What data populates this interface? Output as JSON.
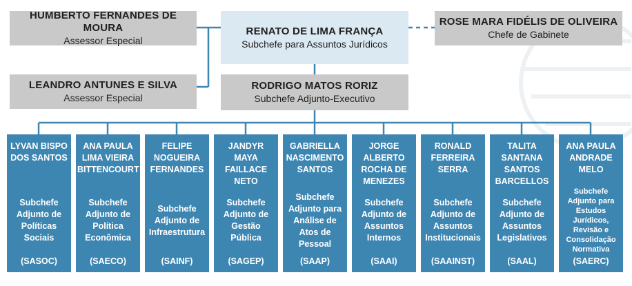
{
  "top": {
    "center": {
      "name": "RENATO DE LIMA FRANÇA",
      "role": "Subchefe para Assuntos Jurídicos"
    },
    "left": {
      "name": "HUMBERTO FERNANDES DE MOURA",
      "role": "Assessor Especial"
    },
    "right": {
      "name": "ROSE MARA FIDÉLIS DE OLIVEIRA",
      "role": "Chefe de Gabinete"
    }
  },
  "second": {
    "center": {
      "name": "RODRIGO MATOS RORIZ",
      "role": "Subchefe Adjunto-Executivo"
    },
    "left": {
      "name": "LEANDRO ANTUNES E SILVA",
      "role": "Assessor Especial"
    }
  },
  "units": [
    {
      "name": "LYVAN BISPO DOS SANTOS",
      "desc": "Subchefe Adjunto de Políticas Sociais",
      "abbr": "(SASOC)"
    },
    {
      "name": "ANA PAULA LIMA VIEIRA BITTENCOURT",
      "desc": "Subchefe Adjunto de Política Econômica",
      "abbr": "(SAECO)"
    },
    {
      "name": "FELIPE NOGUEIRA FERNANDES",
      "desc": "Subchefe Adjunto de Infraestrutura",
      "abbr": "(SAINF)"
    },
    {
      "name": "JANDYR MAYA FAILLACE NETO",
      "desc": "Subchefe Adjunto de Gestão Pública",
      "abbr": "(SAGEP)"
    },
    {
      "name": "GABRIELLA NASCIMENTO SANTOS",
      "desc": "Subchefe Adjunto para Análise de Atos de Pessoal",
      "abbr": "(SAAP)"
    },
    {
      "name": "JORGE ALBERTO ROCHA DE MENEZES",
      "desc": "Subchefe Adjunto de Assuntos Internos",
      "abbr": "(SAAI)"
    },
    {
      "name": "RONALD FERREIRA SERRA",
      "desc": "Subchefe Adjunto de Assuntos Institucionais",
      "abbr": "(SAAINST)"
    },
    {
      "name": "TALITA SANTANA SANTOS BARCELLOS",
      "desc": "Subchefe Adjunto de Assuntos Legislativos",
      "abbr": "(SAAL)"
    },
    {
      "name": "ANA PAULA ANDRADE MELO",
      "desc": "Subchefe Adjunto para Estudos Jurídicos, Revisão e Consolidação Normativa",
      "abbr": "(SAERC)"
    }
  ],
  "colors": {
    "connector": "#3e86b2",
    "unit_fill": "#3e86b2",
    "grey_box": "#c9c9c9",
    "highlight_box": "#dbe9f2"
  }
}
